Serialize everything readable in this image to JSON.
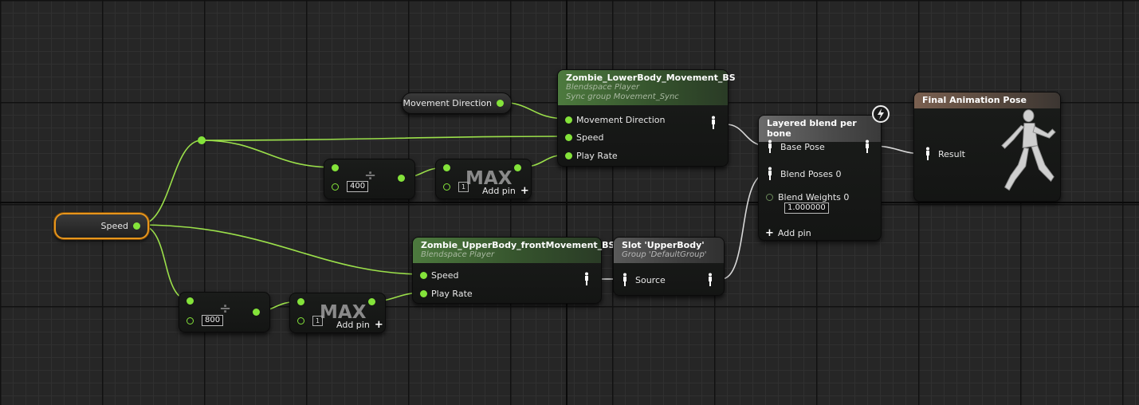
{
  "graph": {
    "nodes": {
      "speed_var": {
        "label": "Speed"
      },
      "movement_direction_var": {
        "label": "Movement Direction"
      },
      "divide_top": {
        "value": "400",
        "glyph": "÷"
      },
      "divide_bottom": {
        "value": "800",
        "glyph": "÷"
      },
      "max_top": {
        "glyph": "MAX",
        "small": "1",
        "add_pin": "Add pin",
        "add_icon": "+"
      },
      "max_bottom": {
        "glyph": "MAX",
        "small": "1",
        "add_pin": "Add pin",
        "add_icon": "+"
      },
      "lower_body_bs": {
        "title": "Zombie_LowerBody_Movement_BS",
        "subtitle": "Blendspace Player",
        "subtitle2": "Sync group Movement_Sync",
        "pins": [
          "Movement Direction",
          "Speed",
          "Play Rate"
        ]
      },
      "upper_body_bs": {
        "title": "Zombie_UpperBody_frontMovement_BS",
        "subtitle": "Blendspace Player",
        "pins": [
          "Speed",
          "Play Rate"
        ]
      },
      "slot_node": {
        "title": "Slot 'UpperBody'",
        "subtitle": "Group 'DefaultGroup'",
        "pins": [
          "Source"
        ]
      },
      "layered_blend": {
        "title": "Layered blend per bone",
        "pins": [
          "Base Pose",
          "Blend Poses 0",
          "Blend Weights 0"
        ],
        "weight_value": "1.000000",
        "add_pin": "Add pin",
        "add_icon": "+"
      },
      "final_pose": {
        "title": "Final Animation Pose",
        "pins": [
          "Result"
        ]
      }
    },
    "icons": [
      "pose-pin-icon",
      "lightning-icon",
      "mannequin-running-icon",
      "plus-icon"
    ],
    "colors": {
      "float_pin": "#84e33a",
      "pose_wire": "#cfcfcf",
      "selected_outline": "#e8961c",
      "anim_header": "#4d7a3e"
    }
  }
}
